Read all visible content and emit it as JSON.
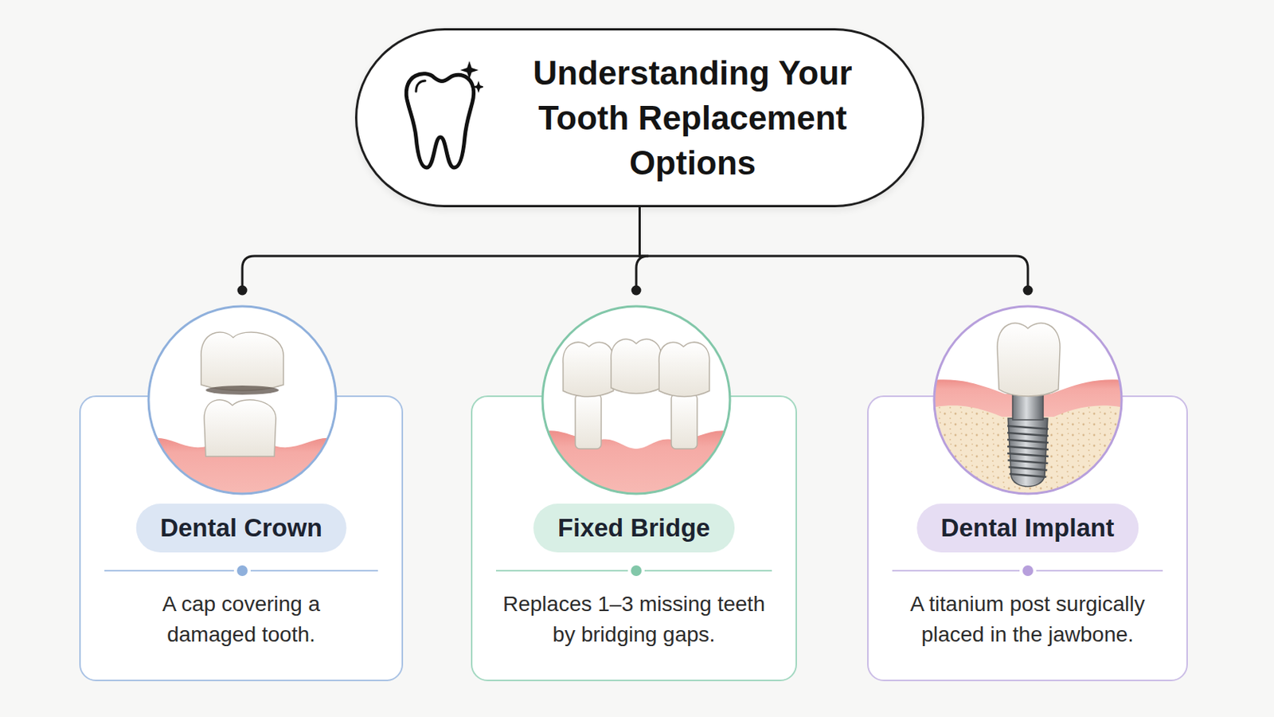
{
  "diagram": {
    "nodes": [
      {
        "text": [
          "Understanding Your Tooth Replacement Options"
        ]
      },
      {
        "text": [
          "Dental Crown",
          "A cap covering a damaged tooth."
        ]
      },
      {
        "text": [
          "Fixed Bridge",
          "Replaces 1–3 missing teeth by bridging gaps."
        ]
      },
      {
        "text": [
          "Dental Implant",
          "A titanium post surgically placed in the jawbone."
        ]
      }
    ],
    "edges": [
      {
        "from": 0,
        "to": 1,
        "arrow": "none"
      },
      {
        "from": 0,
        "to": 2,
        "arrow": "none"
      },
      {
        "from": 0,
        "to": 3,
        "arrow": "none"
      }
    ]
  }
}
